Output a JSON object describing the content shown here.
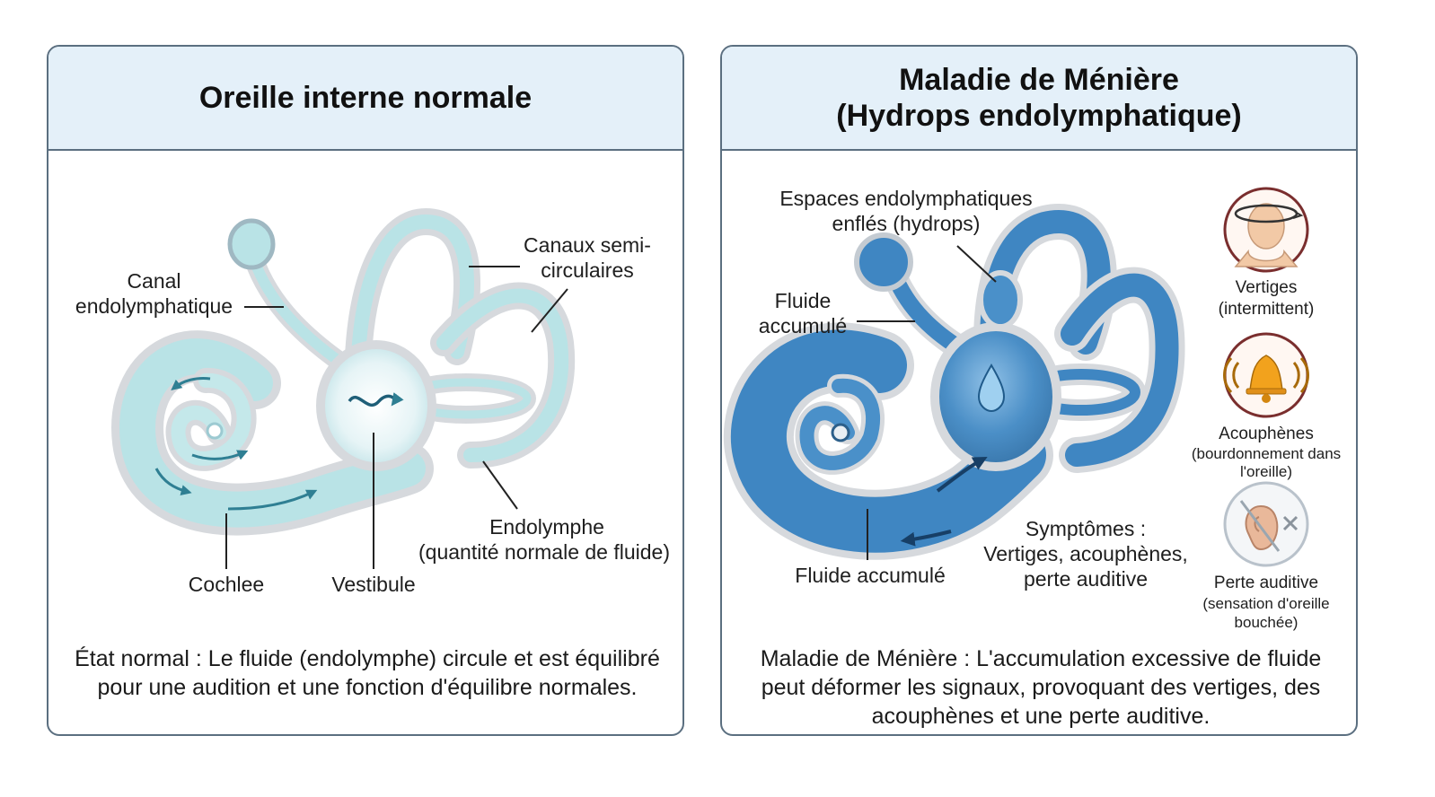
{
  "normal": {
    "title": "Oreille interne normale",
    "labels": {
      "canal_line1": "Canal",
      "canal_line2": "endolymphatique",
      "canaux_line1": "Canaux semi-",
      "canaux_line2": "circulaires",
      "endolymphe_line1": "Endolymphe",
      "endolymphe_line2": "(quantité normale de fluide)",
      "cochlee": "Cochlee",
      "vestibule": "Vestibule"
    },
    "caption_line1": "État normal : Le fluide (endolymphe) circule et est équilibré",
    "caption_line2": "pour une audition et une fonction d'équilibre normales."
  },
  "meniere": {
    "title_line1": "Maladie de Ménière",
    "title_line2": "(Hydrops endolymphatique)",
    "labels": {
      "espaces_line1": "Espaces endolymphatiques",
      "espaces_line2": "enflés (hydrops)",
      "fluide_line1": "Fluide",
      "fluide_line2": "accumulé",
      "fluide_bottom": "Fluide accumulé",
      "symptomes_line1": "Symptômes :",
      "symptomes_line2": "Vertiges, acouphènes,",
      "symptomes_line3": "perte auditive"
    },
    "symptoms": [
      {
        "icon": "vertigo-head-icon",
        "line1": "Vertiges",
        "line2": "(intermittent)",
        "line3": ""
      },
      {
        "icon": "ringing-bell-icon",
        "line1": "Acouphènes",
        "line2": "(bourdonnement dans",
        "line3": "l'oreille)"
      },
      {
        "icon": "crossed-ear-icon",
        "line1": "Perte auditive",
        "line2": "(sensation d'oreille",
        "line3": "bouchée)"
      }
    ],
    "caption_line1": "Maladie de Ménière : L'accumulation excessive de fluide",
    "caption_line2": "peut déformer les signaux, provoquant des vertiges, des",
    "caption_line3": "acouphènes et une perte auditive."
  },
  "colors": {
    "frame": "#5b6f80",
    "header_bg": "#e4f0f9",
    "normal_fluid": "#b9e3e6",
    "normal_edge": "#7fb2c0",
    "hydrops_fluid": "#3f86c2",
    "hydrops_edge": "#2c5f8a",
    "bone": "#d6d9dd",
    "icon_ring": "#7a2e2e"
  }
}
